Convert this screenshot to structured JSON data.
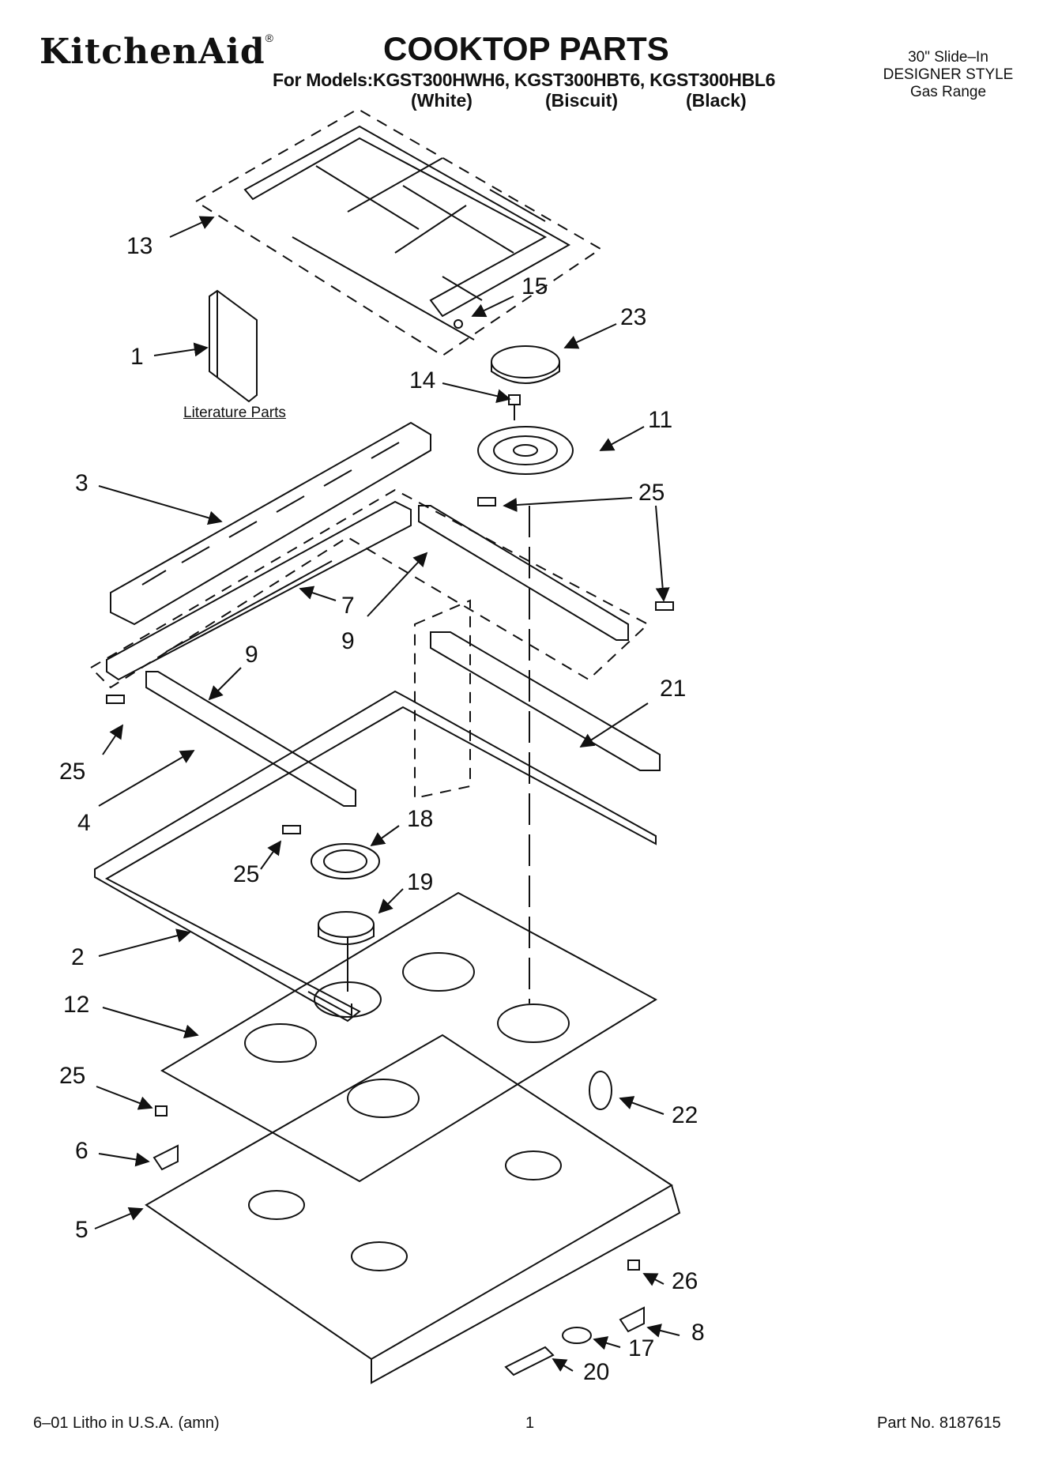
{
  "header": {
    "brand": "KitchenAid",
    "brand_mark": "®",
    "title": "COOKTOP PARTS",
    "models_line": "For Models:KGST300HWH6, KGST300HBT6, KGST300HBL6",
    "variants": [
      "(White)",
      "(Biscuit)",
      "(Black)"
    ],
    "product_lines": [
      "30\" Slide–In",
      "DESIGNER STYLE",
      "Gas Range"
    ]
  },
  "diagram": {
    "literature_label": "Literature Parts",
    "callouts": [
      "13",
      "15",
      "23",
      "1",
      "14",
      "11",
      "3",
      "25",
      "7",
      "9",
      "9",
      "25",
      "21",
      "25",
      "4",
      "18",
      "25",
      "19",
      "2",
      "12",
      "25",
      "22",
      "6",
      "5",
      "26",
      "8",
      "17",
      "20"
    ]
  },
  "footer": {
    "left": "6–01 Litho in U.S.A. (amn)",
    "center": "1",
    "right": "Part No. 8187615"
  }
}
